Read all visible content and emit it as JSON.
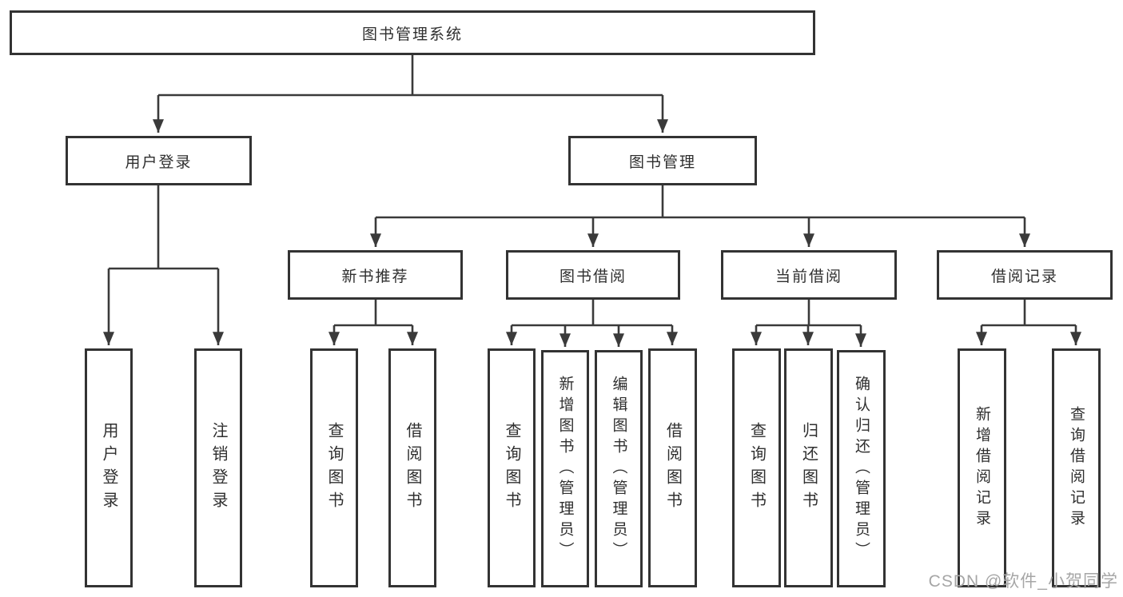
{
  "diagram": {
    "root": {
      "label": "图书管理系统"
    },
    "branches": [
      {
        "label": "用户登录",
        "children": [
          {
            "label": "用户登录"
          },
          {
            "label": "注销登录"
          }
        ]
      },
      {
        "label": "图书管理",
        "children": [
          {
            "label": "新书推荐",
            "children": [
              {
                "label": "查询图书"
              },
              {
                "label": "借阅图书"
              }
            ]
          },
          {
            "label": "图书借阅",
            "children": [
              {
                "label": "查询图书"
              },
              {
                "label": "新增图书（管理员）"
              },
              {
                "label": "编辑图书（管理员）"
              },
              {
                "label": "借阅图书"
              }
            ]
          },
          {
            "label": "当前借阅",
            "children": [
              {
                "label": "查询图书"
              },
              {
                "label": "归还图书"
              },
              {
                "label": "确认归还（管理员）"
              }
            ]
          },
          {
            "label": "借阅记录",
            "children": [
              {
                "label": "新增借阅记录"
              },
              {
                "label": "查询借阅记录"
              }
            ]
          }
        ]
      }
    ]
  },
  "watermark": {
    "text": "CSDN @软件_小贺同学"
  },
  "colors": {
    "line": "#3a3a3a",
    "box_border": "#333333",
    "text": "#2f2f2f",
    "watermark": "#a6a6a6",
    "background": "#ffffff"
  }
}
